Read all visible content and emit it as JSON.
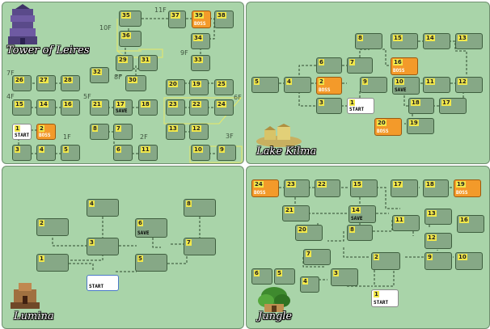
{
  "tower": {
    "title": "Tower of Leires",
    "floors": [
      "11F",
      "10F",
      "9F",
      "8F",
      "7F",
      "6F",
      "5F",
      "4F",
      "3F",
      "2F",
      "1F"
    ],
    "rooms": [
      {
        "id": "t35",
        "label": "35",
        "tag": ""
      },
      {
        "id": "t36",
        "label": "36",
        "tag": ""
      },
      {
        "id": "t37",
        "label": "37",
        "tag": ""
      },
      {
        "id": "t39",
        "label": "39",
        "tag": "BOSS"
      },
      {
        "id": "t38",
        "label": "38",
        "tag": ""
      },
      {
        "id": "t34",
        "label": "34",
        "tag": ""
      },
      {
        "id": "t33",
        "label": "33",
        "tag": ""
      },
      {
        "id": "t29",
        "label": "29",
        "tag": ""
      },
      {
        "id": "t31",
        "label": "31",
        "tag": ""
      },
      {
        "id": "t32",
        "label": "32",
        "tag": ""
      },
      {
        "id": "t30",
        "label": "30",
        "tag": ""
      },
      {
        "id": "t26",
        "label": "26",
        "tag": ""
      },
      {
        "id": "t27",
        "label": "27",
        "tag": ""
      },
      {
        "id": "t28",
        "label": "28",
        "tag": ""
      },
      {
        "id": "t20",
        "label": "20",
        "tag": ""
      },
      {
        "id": "t19",
        "label": "19",
        "tag": ""
      },
      {
        "id": "t25",
        "label": "25",
        "tag": ""
      },
      {
        "id": "t15",
        "label": "15",
        "tag": ""
      },
      {
        "id": "t14",
        "label": "14",
        "tag": ""
      },
      {
        "id": "t16",
        "label": "16",
        "tag": ""
      },
      {
        "id": "t21",
        "label": "21",
        "tag": ""
      },
      {
        "id": "t17",
        "label": "17",
        "tag": "SAVE"
      },
      {
        "id": "t18",
        "label": "18",
        "tag": ""
      },
      {
        "id": "t23",
        "label": "23",
        "tag": ""
      },
      {
        "id": "t22",
        "label": "22",
        "tag": ""
      },
      {
        "id": "t24",
        "label": "24",
        "tag": ""
      },
      {
        "id": "t1",
        "label": "1",
        "tag": "START"
      },
      {
        "id": "t2",
        "label": "2",
        "tag": "BOSS"
      },
      {
        "id": "t8",
        "label": "8",
        "tag": ""
      },
      {
        "id": "t7",
        "label": "7",
        "tag": ""
      },
      {
        "id": "t13",
        "label": "13",
        "tag": ""
      },
      {
        "id": "t12",
        "label": "12",
        "tag": ""
      },
      {
        "id": "t3",
        "label": "3",
        "tag": ""
      },
      {
        "id": "t4",
        "label": "4",
        "tag": ""
      },
      {
        "id": "t5",
        "label": "5",
        "tag": ""
      },
      {
        "id": "t6",
        "label": "6",
        "tag": ""
      },
      {
        "id": "t11",
        "label": "11",
        "tag": ""
      },
      {
        "id": "t10",
        "label": "10",
        "tag": ""
      },
      {
        "id": "t9",
        "label": "9",
        "tag": ""
      }
    ]
  },
  "lake": {
    "title": "Lake Kilma",
    "rooms": [
      {
        "id": "l8",
        "label": "8",
        "tag": ""
      },
      {
        "id": "l15",
        "label": "15",
        "tag": ""
      },
      {
        "id": "l14",
        "label": "14",
        "tag": ""
      },
      {
        "id": "l13",
        "label": "13",
        "tag": ""
      },
      {
        "id": "l6",
        "label": "6",
        "tag": ""
      },
      {
        "id": "l7",
        "label": "7",
        "tag": ""
      },
      {
        "id": "l16",
        "label": "16",
        "tag": "BOSS"
      },
      {
        "id": "l5",
        "label": "5",
        "tag": ""
      },
      {
        "id": "l4",
        "label": "4",
        "tag": ""
      },
      {
        "id": "l2",
        "label": "2",
        "tag": "BOSS"
      },
      {
        "id": "l9",
        "label": "9",
        "tag": ""
      },
      {
        "id": "l10",
        "label": "10",
        "tag": "SAVE"
      },
      {
        "id": "l11",
        "label": "11",
        "tag": ""
      },
      {
        "id": "l12",
        "label": "12",
        "tag": ""
      },
      {
        "id": "l3",
        "label": "3",
        "tag": ""
      },
      {
        "id": "l1",
        "label": "1",
        "tag": "START"
      },
      {
        "id": "l18",
        "label": "18",
        "tag": ""
      },
      {
        "id": "l17",
        "label": "17",
        "tag": ""
      },
      {
        "id": "l20",
        "label": "20",
        "tag": "BOSS"
      },
      {
        "id": "l19",
        "label": "19",
        "tag": ""
      }
    ]
  },
  "lumina": {
    "title": "Lumina",
    "rooms": [
      {
        "id": "u4",
        "label": "4",
        "tag": ""
      },
      {
        "id": "u8",
        "label": "8",
        "tag": ""
      },
      {
        "id": "u2",
        "label": "2",
        "tag": ""
      },
      {
        "id": "u6",
        "label": "6",
        "tag": "SAVE"
      },
      {
        "id": "u3",
        "label": "3",
        "tag": ""
      },
      {
        "id": "u7",
        "label": "7",
        "tag": ""
      },
      {
        "id": "u1",
        "label": "1",
        "tag": ""
      },
      {
        "id": "u5",
        "label": "5",
        "tag": ""
      },
      {
        "id": "ustart",
        "label": "",
        "tag": "START"
      }
    ]
  },
  "jungle": {
    "title": "Jungle",
    "rooms": [
      {
        "id": "j24",
        "label": "24",
        "tag": "BOSS"
      },
      {
        "id": "j23",
        "label": "23",
        "tag": ""
      },
      {
        "id": "j22",
        "label": "22",
        "tag": ""
      },
      {
        "id": "j15",
        "label": "15",
        "tag": ""
      },
      {
        "id": "j17",
        "label": "17",
        "tag": ""
      },
      {
        "id": "j18",
        "label": "18",
        "tag": ""
      },
      {
        "id": "j19",
        "label": "19",
        "tag": "BOSS"
      },
      {
        "id": "j21",
        "label": "21",
        "tag": ""
      },
      {
        "id": "j14",
        "label": "14",
        "tag": "SAVE"
      },
      {
        "id": "j13",
        "label": "13",
        "tag": ""
      },
      {
        "id": "j11",
        "label": "11",
        "tag": ""
      },
      {
        "id": "j16",
        "label": "16",
        "tag": ""
      },
      {
        "id": "j20",
        "label": "20",
        "tag": ""
      },
      {
        "id": "j8",
        "label": "8",
        "tag": ""
      },
      {
        "id": "j12",
        "label": "12",
        "tag": ""
      },
      {
        "id": "j7",
        "label": "7",
        "tag": ""
      },
      {
        "id": "j2",
        "label": "2",
        "tag": ""
      },
      {
        "id": "j9",
        "label": "9",
        "tag": ""
      },
      {
        "id": "j10",
        "label": "10",
        "tag": ""
      },
      {
        "id": "j6",
        "label": "6",
        "tag": ""
      },
      {
        "id": "j5",
        "label": "5",
        "tag": ""
      },
      {
        "id": "j3",
        "label": "3",
        "tag": ""
      },
      {
        "id": "j4",
        "label": "4",
        "tag": ""
      },
      {
        "id": "j1",
        "label": "1",
        "tag": "START"
      }
    ]
  },
  "colors": {
    "panel": "#a9d4a9",
    "room": "#86a886",
    "boss": "#f39a2a",
    "start": "#ffffff",
    "number_tag": "#f2e84a"
  },
  "icons": [
    "tower-emblem-icon",
    "lake-emblem-icon",
    "lumina-emblem-icon",
    "jungle-emblem-icon"
  ]
}
